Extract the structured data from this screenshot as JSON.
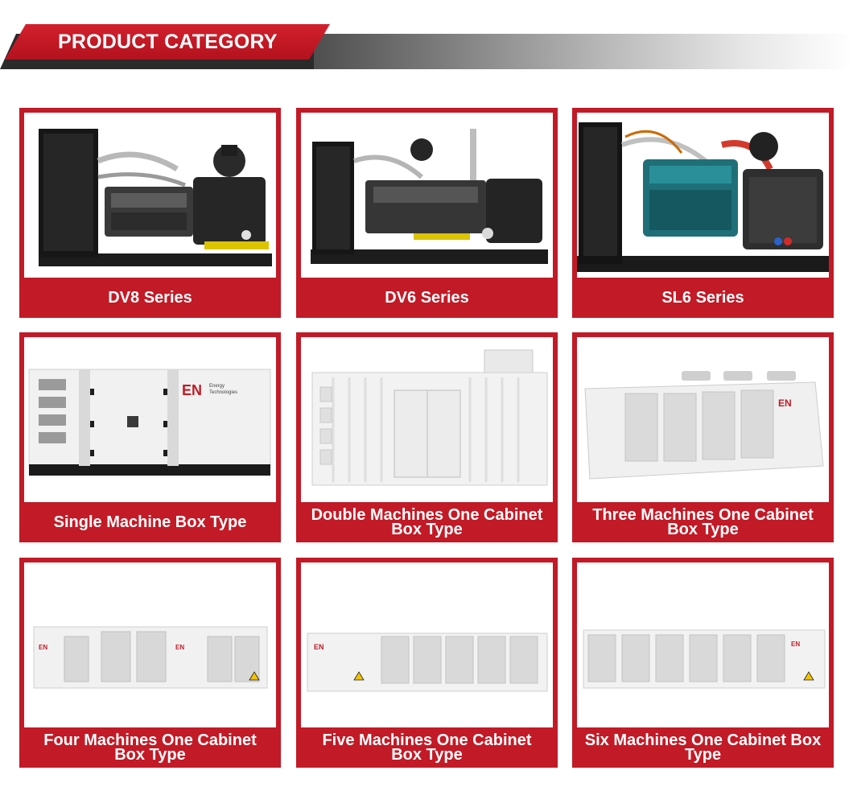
{
  "header": {
    "title": "PRODUCT CATEGORY"
  },
  "colors": {
    "brand_red": "#c21a26",
    "banner_dark": "#2b2b2b",
    "label_text": "#ffffff"
  },
  "products": [
    {
      "label": "DV8 Series",
      "image": "open-frame-generator-dark"
    },
    {
      "label": "DV6 Series",
      "image": "open-frame-generator-dark"
    },
    {
      "label": "SL6 Series",
      "image": "open-frame-generator-teal-engine"
    },
    {
      "label": "Single Machine Box Type",
      "image": "silent-canopy-generator",
      "logo": "EN",
      "logo_sub": "Energy Technologies"
    },
    {
      "label": "Double Machines One Cabinet Box Type",
      "image": "container-generator"
    },
    {
      "label": "Three Machines One Cabinet Box Type",
      "image": "container-generator-louvers",
      "logo": "EN"
    },
    {
      "label": "Four Machines One Cabinet Box Type",
      "image": "long-container-generator",
      "logo": "EN"
    },
    {
      "label": "Five Machines One Cabinet Box Type",
      "image": "long-container-generator",
      "logo": "EN"
    },
    {
      "label": "Six Machines One Cabinet Box Type",
      "image": "long-container-generator",
      "logo": "EN"
    }
  ]
}
